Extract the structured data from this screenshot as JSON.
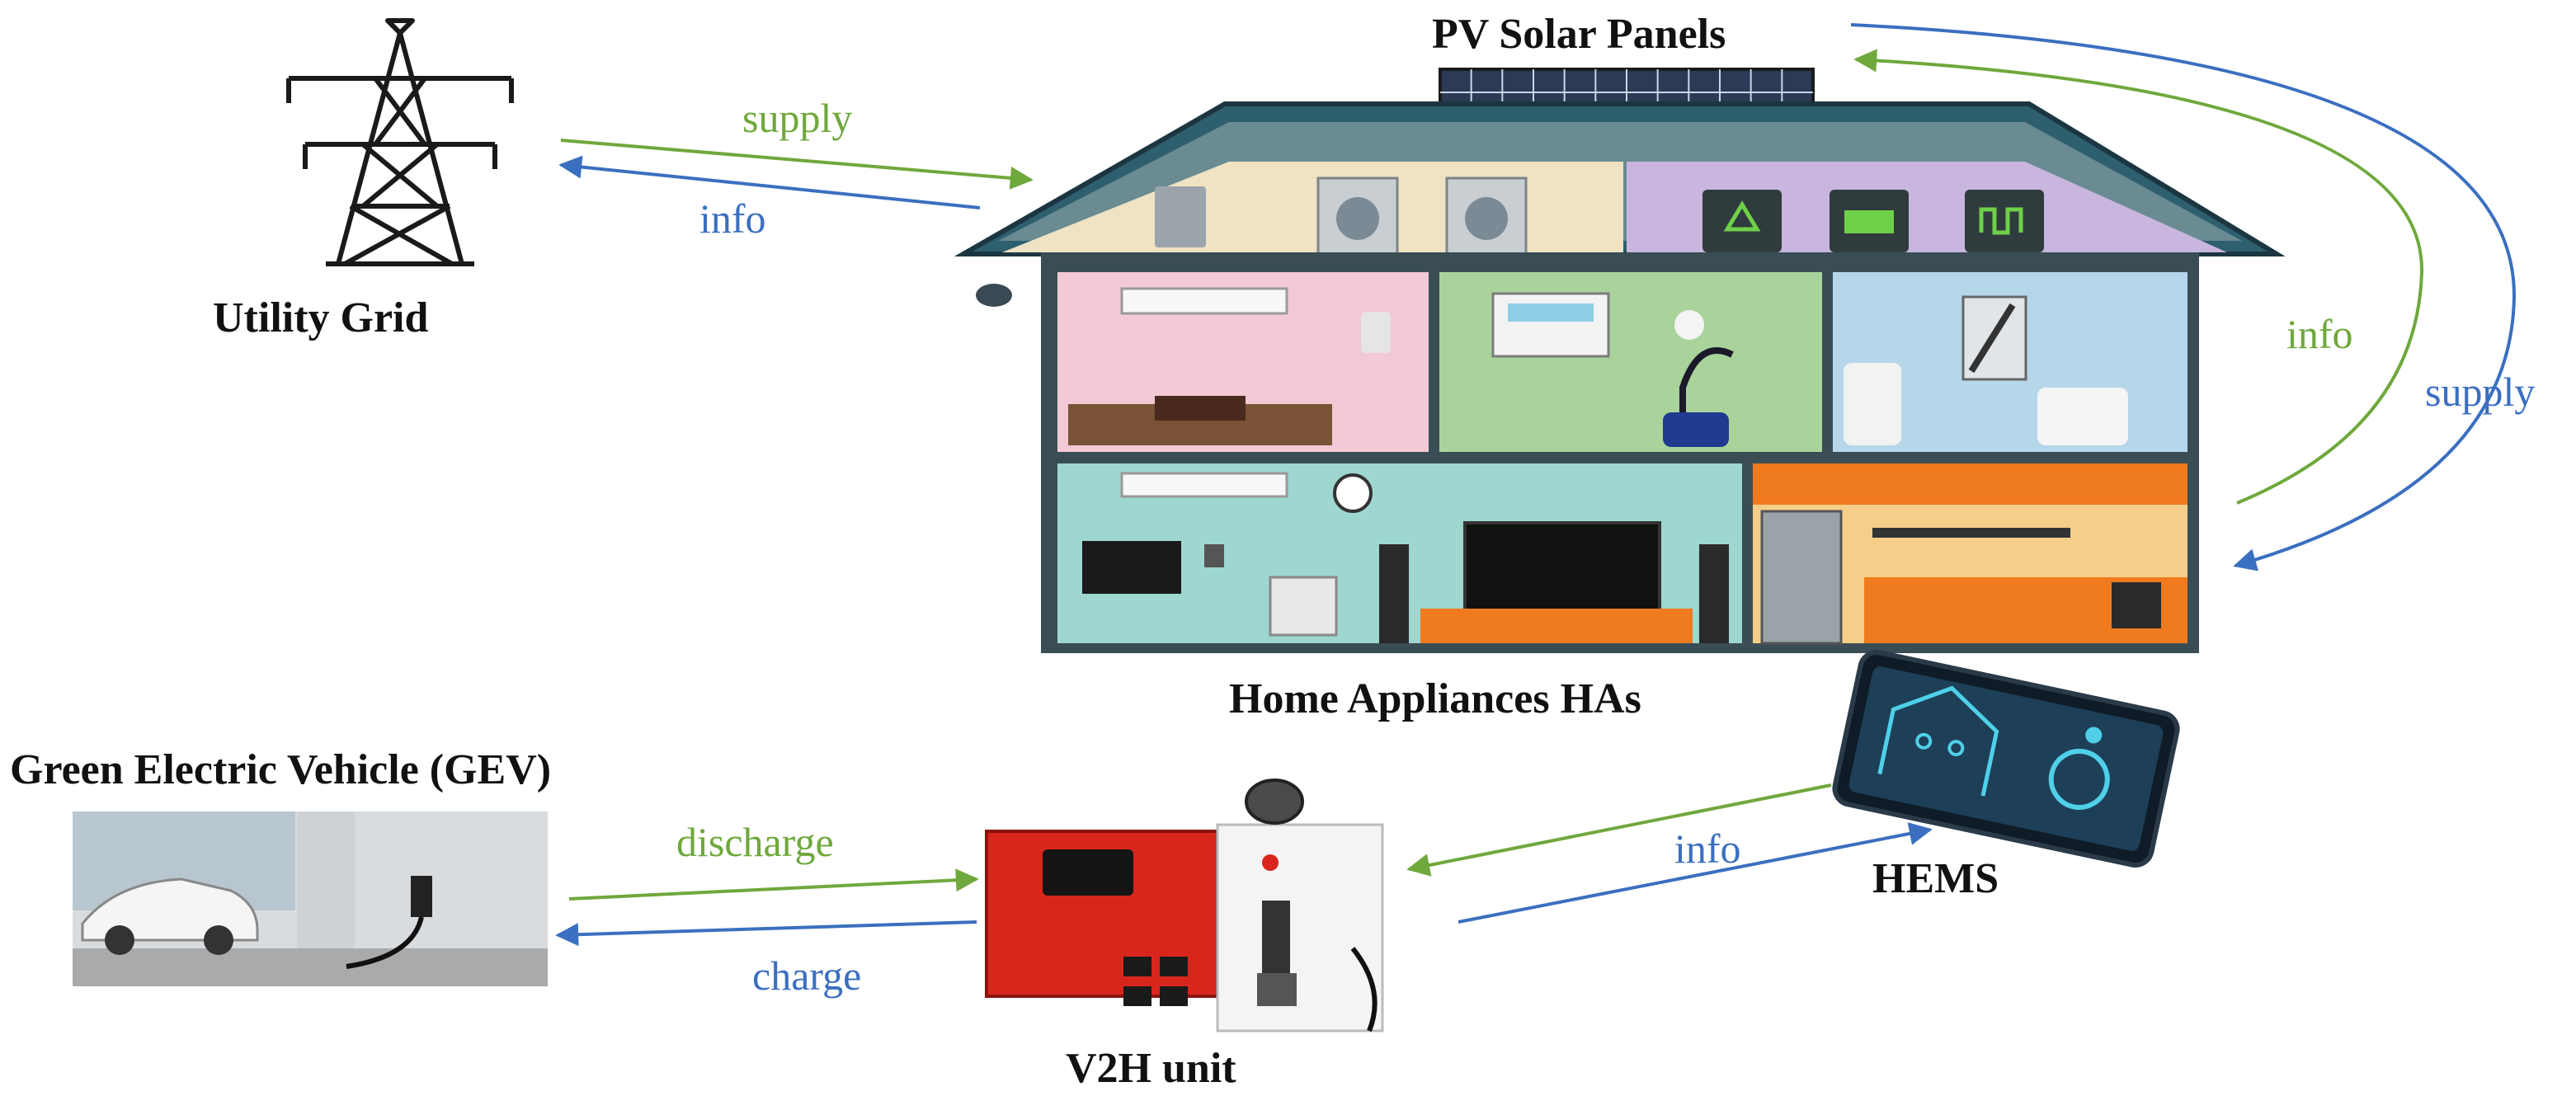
{
  "colors": {
    "supply_green": "#6fa83c",
    "info_blue": "#3b6fc0",
    "v2h_red": "#d9261c",
    "tablet_screen": "#1d3f57"
  },
  "nodes": {
    "utility_grid": {
      "label": "Utility Grid",
      "icon": "power-pylon-icon"
    },
    "pv_panels": {
      "label": "PV Solar Panels",
      "icon": "solar-panel-icon"
    },
    "home": {
      "label": "Home Appliances HAs",
      "icon": "house-cutaway-illustration"
    },
    "gev": {
      "label": "Green Electric Vehicle (GEV)",
      "icon": "ev-garage-photo"
    },
    "v2h": {
      "label": "V2H unit",
      "icon": "v2h-charger-photo"
    },
    "hems": {
      "label": "HEMS",
      "icon": "tablet-icon"
    }
  },
  "edges": {
    "grid_supply": "supply",
    "grid_info": "info",
    "pv_info": "info",
    "pv_supply": "supply",
    "gev_discharge": "discharge",
    "gev_charge": "charge",
    "hems_info": "info"
  }
}
